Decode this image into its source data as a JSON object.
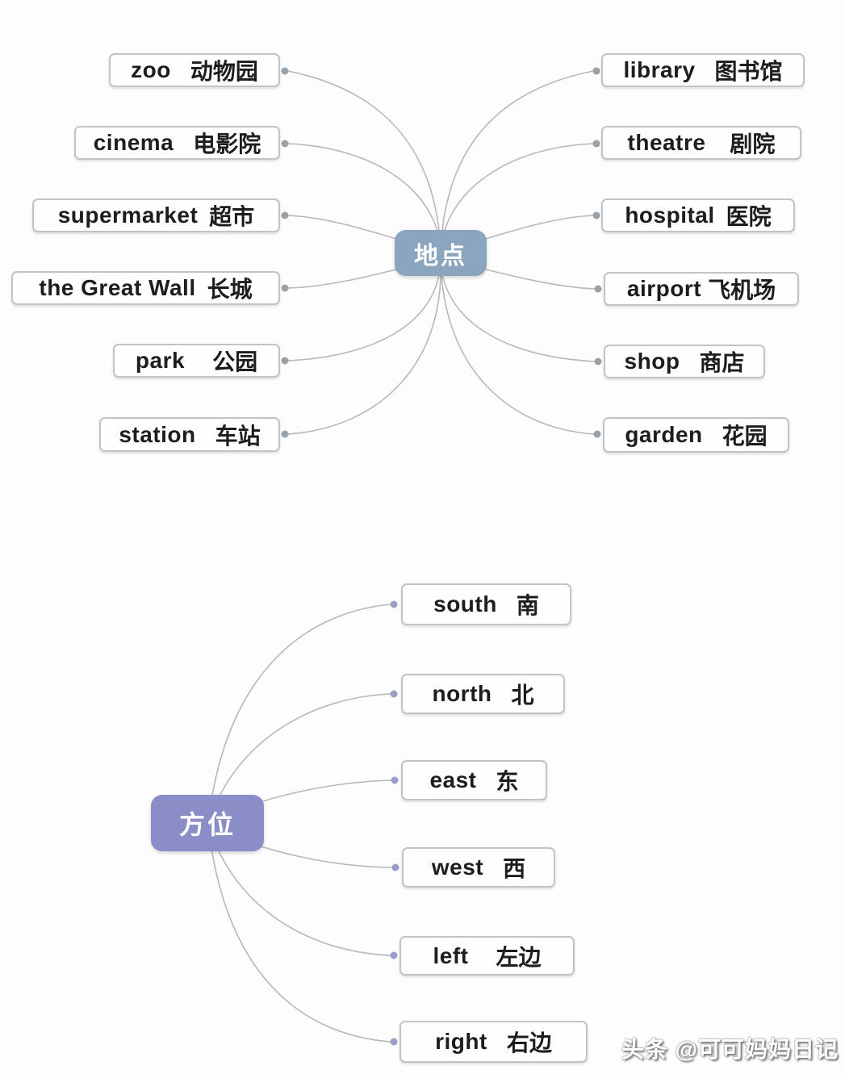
{
  "page": {
    "background_color": "#fdfdfd",
    "line_color": "#b7b7b7"
  },
  "map_places": {
    "center_label": "地点",
    "center_color": "#8aa5bd",
    "dot_color": "#97a2ab",
    "left_items": [
      {
        "en": "zoo",
        "zh": "动物园"
      },
      {
        "en": "cinema",
        "zh": "电影院"
      },
      {
        "en": "supermarket",
        "zh": "超市"
      },
      {
        "en": "the Great Wall",
        "zh": "长城"
      },
      {
        "en": "park",
        "zh": "公园"
      },
      {
        "en": "station",
        "zh": "车站"
      }
    ],
    "right_items": [
      {
        "en": "library",
        "zh": "图书馆"
      },
      {
        "en": "theatre",
        "zh": "剧院"
      },
      {
        "en": "hospital",
        "zh": "医院"
      },
      {
        "en": "airport",
        "zh": "飞机场"
      },
      {
        "en": "shop",
        "zh": "商店"
      },
      {
        "en": "garden",
        "zh": "花园"
      }
    ]
  },
  "map_directions": {
    "center_label": "方位",
    "center_color": "#8b8dc7",
    "dot_color": "#9b9dc9",
    "items": [
      {
        "en": "south",
        "zh": "南"
      },
      {
        "en": "north",
        "zh": "北"
      },
      {
        "en": "east",
        "zh": "东"
      },
      {
        "en": "west",
        "zh": "西"
      },
      {
        "en": "left",
        "zh": "左边"
      },
      {
        "en": "right",
        "zh": "右边"
      }
    ]
  },
  "watermark": {
    "text": "头条 @可可妈妈日记"
  }
}
